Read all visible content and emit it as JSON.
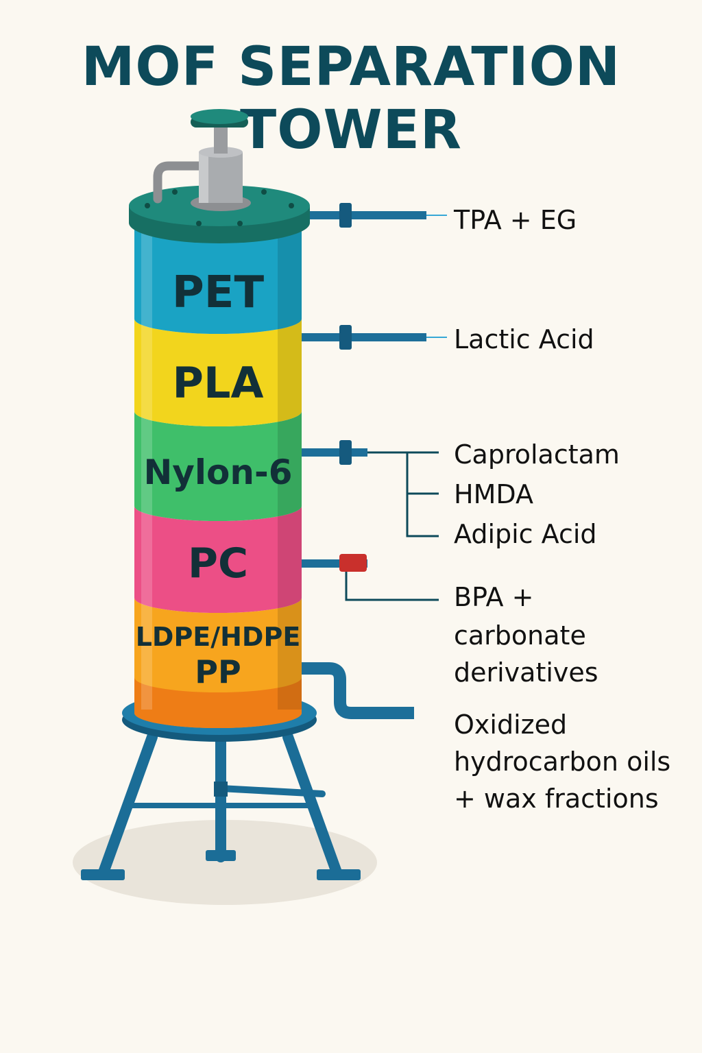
{
  "title": {
    "line1": "MOF SEPARATION",
    "line2": "TOWER"
  },
  "segments": [
    {
      "label": "PET",
      "color": "#1aa3c4"
    },
    {
      "label": "PLA",
      "color": "#f2d51d"
    },
    {
      "label": "Nylon-6",
      "color": "#3fbf6a"
    },
    {
      "label": "PC",
      "color": "#ec4f86"
    },
    {
      "label_line1": "LDPE/HDPE",
      "label_line2": "PP",
      "color": "#f7a51e"
    }
  ],
  "outputs": {
    "pet": "TPA + EG",
    "pla": "Lactic Acid",
    "nylon": [
      "Caprolactam",
      "HMDA",
      "Adipic Acid"
    ],
    "pc": [
      "BPA +",
      "carbonate",
      "derivatives"
    ],
    "polyolefin": [
      "Oxidized",
      "hydrocarbon oils",
      "+ wax fractions"
    ]
  },
  "colors": {
    "title": "#0d4a5a",
    "lid": "#1f8a7c",
    "pipe": "#1d6f99",
    "valve_red": "#c9302c",
    "stand": "#1b6d97"
  }
}
